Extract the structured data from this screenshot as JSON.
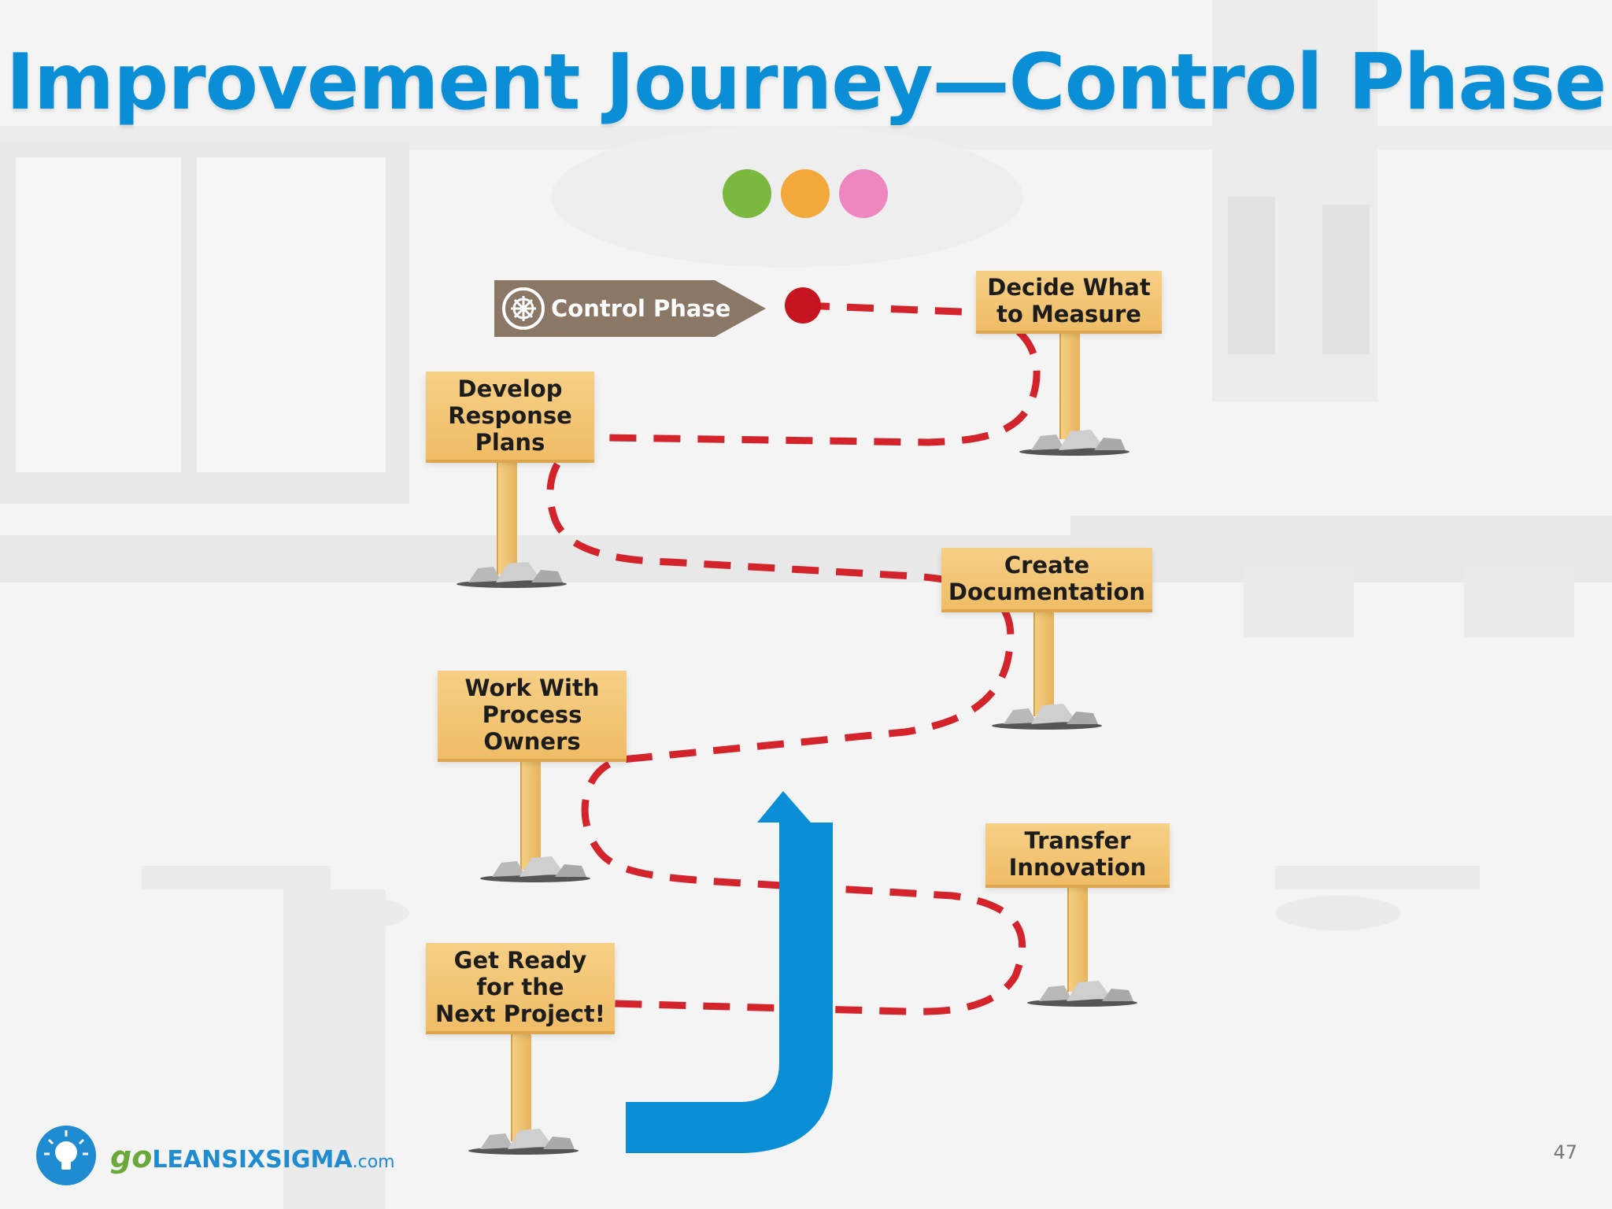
{
  "slide": {
    "title": "Improvement Journey—Control Phase",
    "page_number": "47"
  },
  "phase_dots": [
    {
      "name": "green-dot",
      "color": "#7ab83f"
    },
    {
      "name": "orange-dot",
      "color": "#f3a83b"
    },
    {
      "name": "pink-dot",
      "color": "#ee86c0"
    }
  ],
  "start_tag": {
    "label": "Control Phase",
    "icon": "ship-wheel-icon",
    "color": "#8b7766"
  },
  "signposts": [
    {
      "id": "decide-what-to-measure",
      "label": "Decide What\nto Measure"
    },
    {
      "id": "develop-response-plans",
      "label": "Develop\nResponse\nPlans"
    },
    {
      "id": "create-documentation",
      "label": "Create\nDocumentation"
    },
    {
      "id": "work-with-process-owners",
      "label": "Work With\nProcess\nOwners"
    },
    {
      "id": "transfer-innovation",
      "label": "Transfer\nInnovation"
    },
    {
      "id": "get-ready-next-project",
      "label": "Get Ready\nfor the\nNext Project!"
    }
  ],
  "colors": {
    "title_blue": "#0a8fd6",
    "path_red": "#d3242c",
    "arrow_blue": "#0a8fd6",
    "sign_wood": "#f2c370"
  },
  "logo": {
    "go": "go",
    "main": "LEANSIXSIGMA",
    "tld": ".com",
    "icon": "lightbulb-icon"
  }
}
